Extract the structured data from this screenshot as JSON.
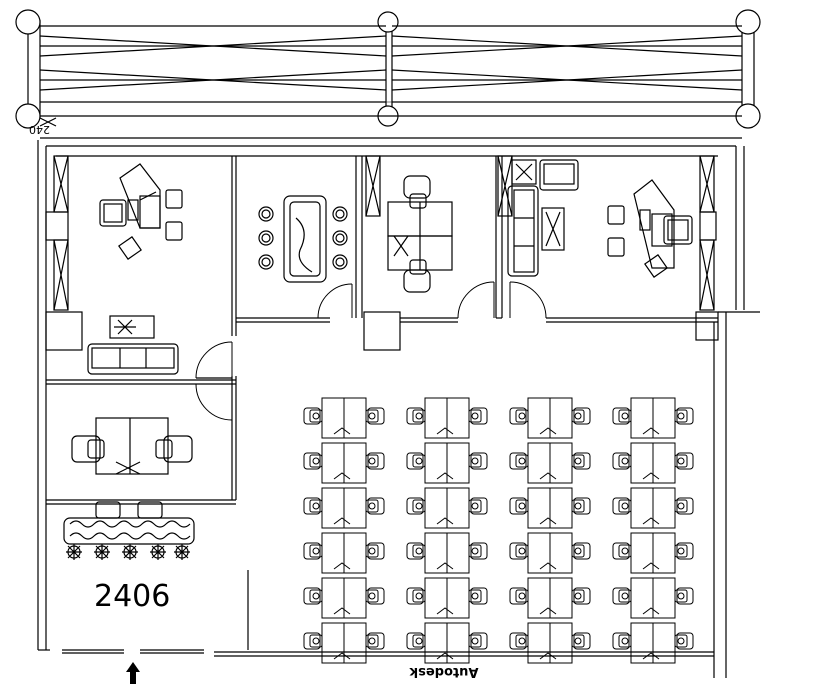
{
  "room_number": "2406",
  "dimension_label": "240",
  "watermark": "Autodesk",
  "ink_color": "#000000",
  "workstation_columns": 4,
  "workstation_rows": 6,
  "icons": [
    "entrance-arrow-icon",
    "desk-icon",
    "chair-icon",
    "sofa-icon",
    "plant-icon",
    "stool-icon",
    "door-swing-icon"
  ]
}
